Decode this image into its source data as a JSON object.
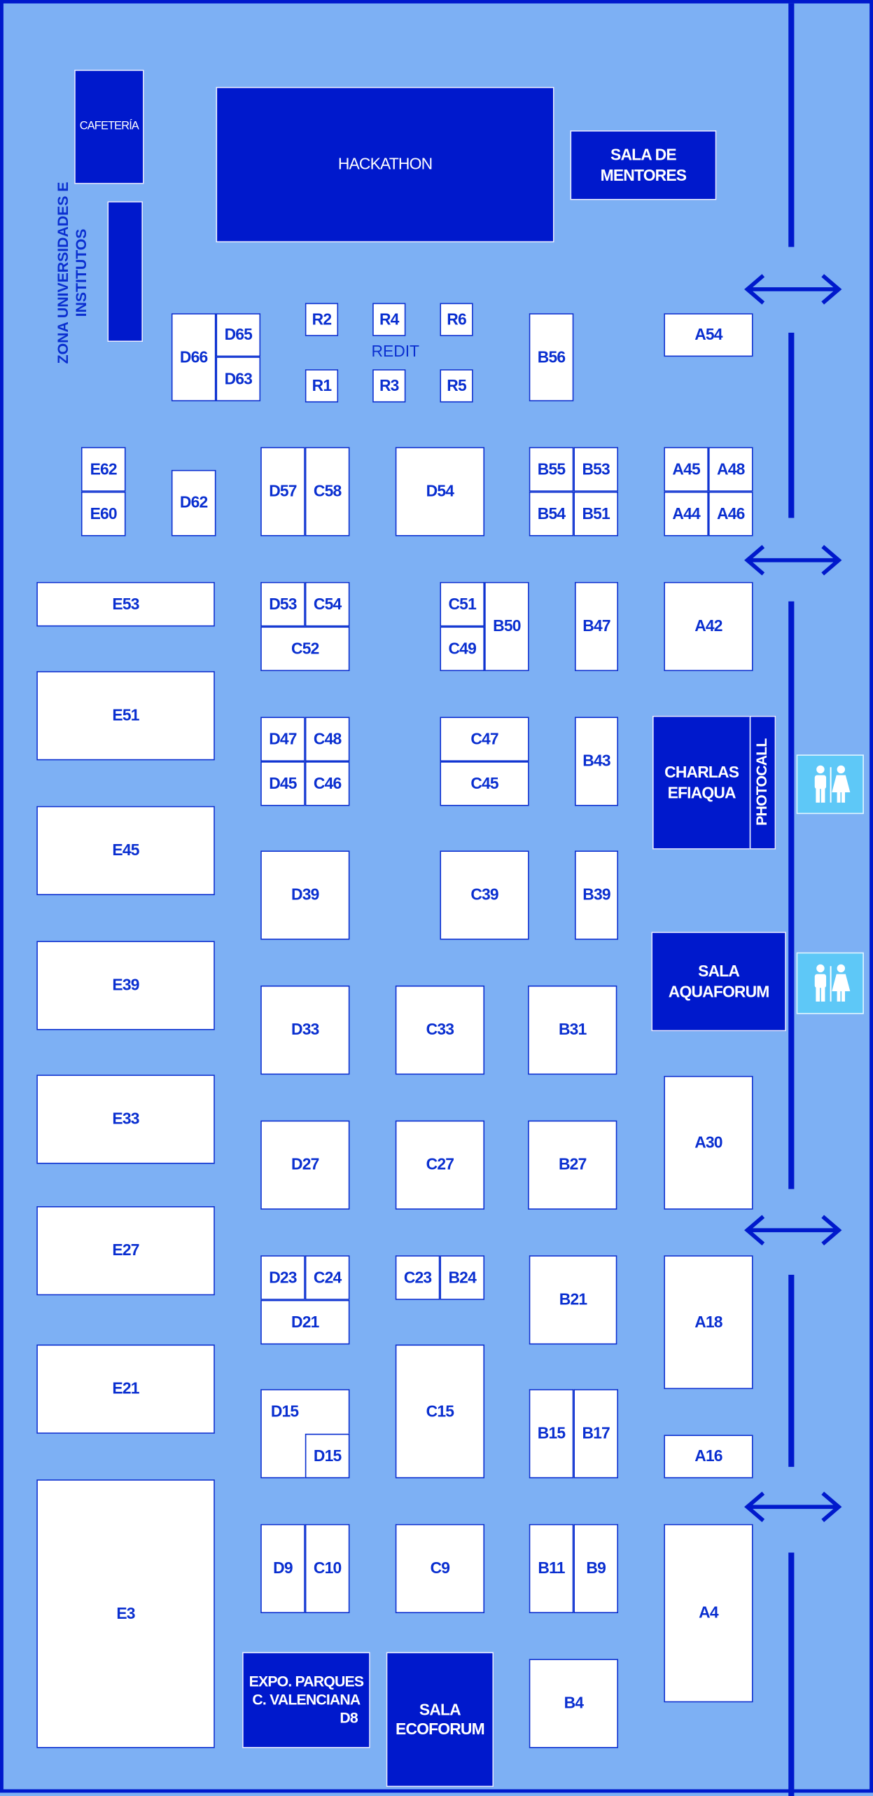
{
  "title": "",
  "zones": {
    "cafeteria": "CAFETERÍA",
    "universities": "ZONA UNIVERSIDADES E INSTITUTOS",
    "hackathon": "HACKATHON",
    "mentors": "SALA DE MENTORES",
    "redit": "REDIT",
    "charlas": "CHARLAS EFIAQUA",
    "photocall": "PHOTOCALL",
    "aquaforum": "SALA AQUAFORUM",
    "expo": "EXPO. PARQUES C. VALENCIANA",
    "expo_code": "D8",
    "ecoforum": "SALA ECOFORUM"
  },
  "booths": {
    "R1": "R1",
    "R2": "R2",
    "R3": "R3",
    "R4": "R4",
    "R5": "R5",
    "R6": "R6",
    "D66": "D66",
    "D65": "D65",
    "D63": "D63",
    "B56": "B56",
    "A54": "A54",
    "E62": "E62",
    "E60": "E60",
    "D62": "D62",
    "D57": "D57",
    "C58": "C58",
    "D54": "D54",
    "B55": "B55",
    "B53": "B53",
    "B54": "B54",
    "B51": "B51",
    "A45": "A45",
    "A48": "A48",
    "A44": "A44",
    "A46": "A46",
    "E53": "E53",
    "D53": "D53",
    "C54": "C54",
    "C52": "C52",
    "C51": "C51",
    "C49": "C49",
    "B50": "B50",
    "B47": "B47",
    "A42": "A42",
    "E51": "E51",
    "D47": "D47",
    "C48": "C48",
    "D45": "D45",
    "C46": "C46",
    "C47": "C47",
    "C45": "C45",
    "B43": "B43",
    "E45": "E45",
    "D39": "D39",
    "C39": "C39",
    "B39": "B39",
    "E39": "E39",
    "D33": "D33",
    "C33": "C33",
    "B31": "B31",
    "A30": "A30",
    "E33": "E33",
    "D27": "D27",
    "C27": "C27",
    "B27": "B27",
    "E27": "E27",
    "D23": "D23",
    "C24": "C24",
    "D21": "D21",
    "C23": "C23",
    "B24": "B24",
    "B21": "B21",
    "A18": "A18",
    "E21": "E21",
    "D15a": "D15",
    "D15b": "D15",
    "C15": "C15",
    "B15": "B15",
    "B17": "B17",
    "A16": "A16",
    "E3": "E3",
    "D9": "D9",
    "C10": "C10",
    "C9": "C9",
    "B11": "B11",
    "B9": "B9",
    "A4": "A4",
    "B4": "B4"
  },
  "icons": {
    "restroom": "restroom-icon",
    "exit_arrow": "double-arrow-icon"
  },
  "colors": {
    "floor": "#7db0f4",
    "dark_zone": "#0019cc",
    "booth": "#ffffff",
    "text": "#0a2fd0",
    "restroom": "#5ec8f7"
  }
}
